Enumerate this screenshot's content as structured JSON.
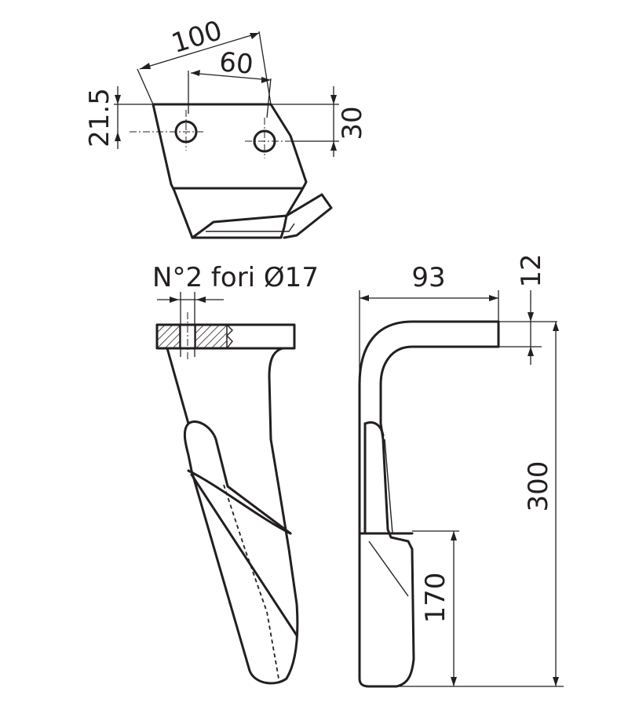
{
  "dimensions": {
    "top_width": "100",
    "hole_spacing": "60",
    "hole_offset": "21.5",
    "flange_height": "30",
    "side_width": "93",
    "flange_thickness": "12",
    "total_height": "300",
    "blade_height": "170"
  },
  "label": {
    "holes": "N°2 fori Ø17"
  },
  "colors": {
    "line": "#231f20",
    "background": "#ffffff"
  }
}
